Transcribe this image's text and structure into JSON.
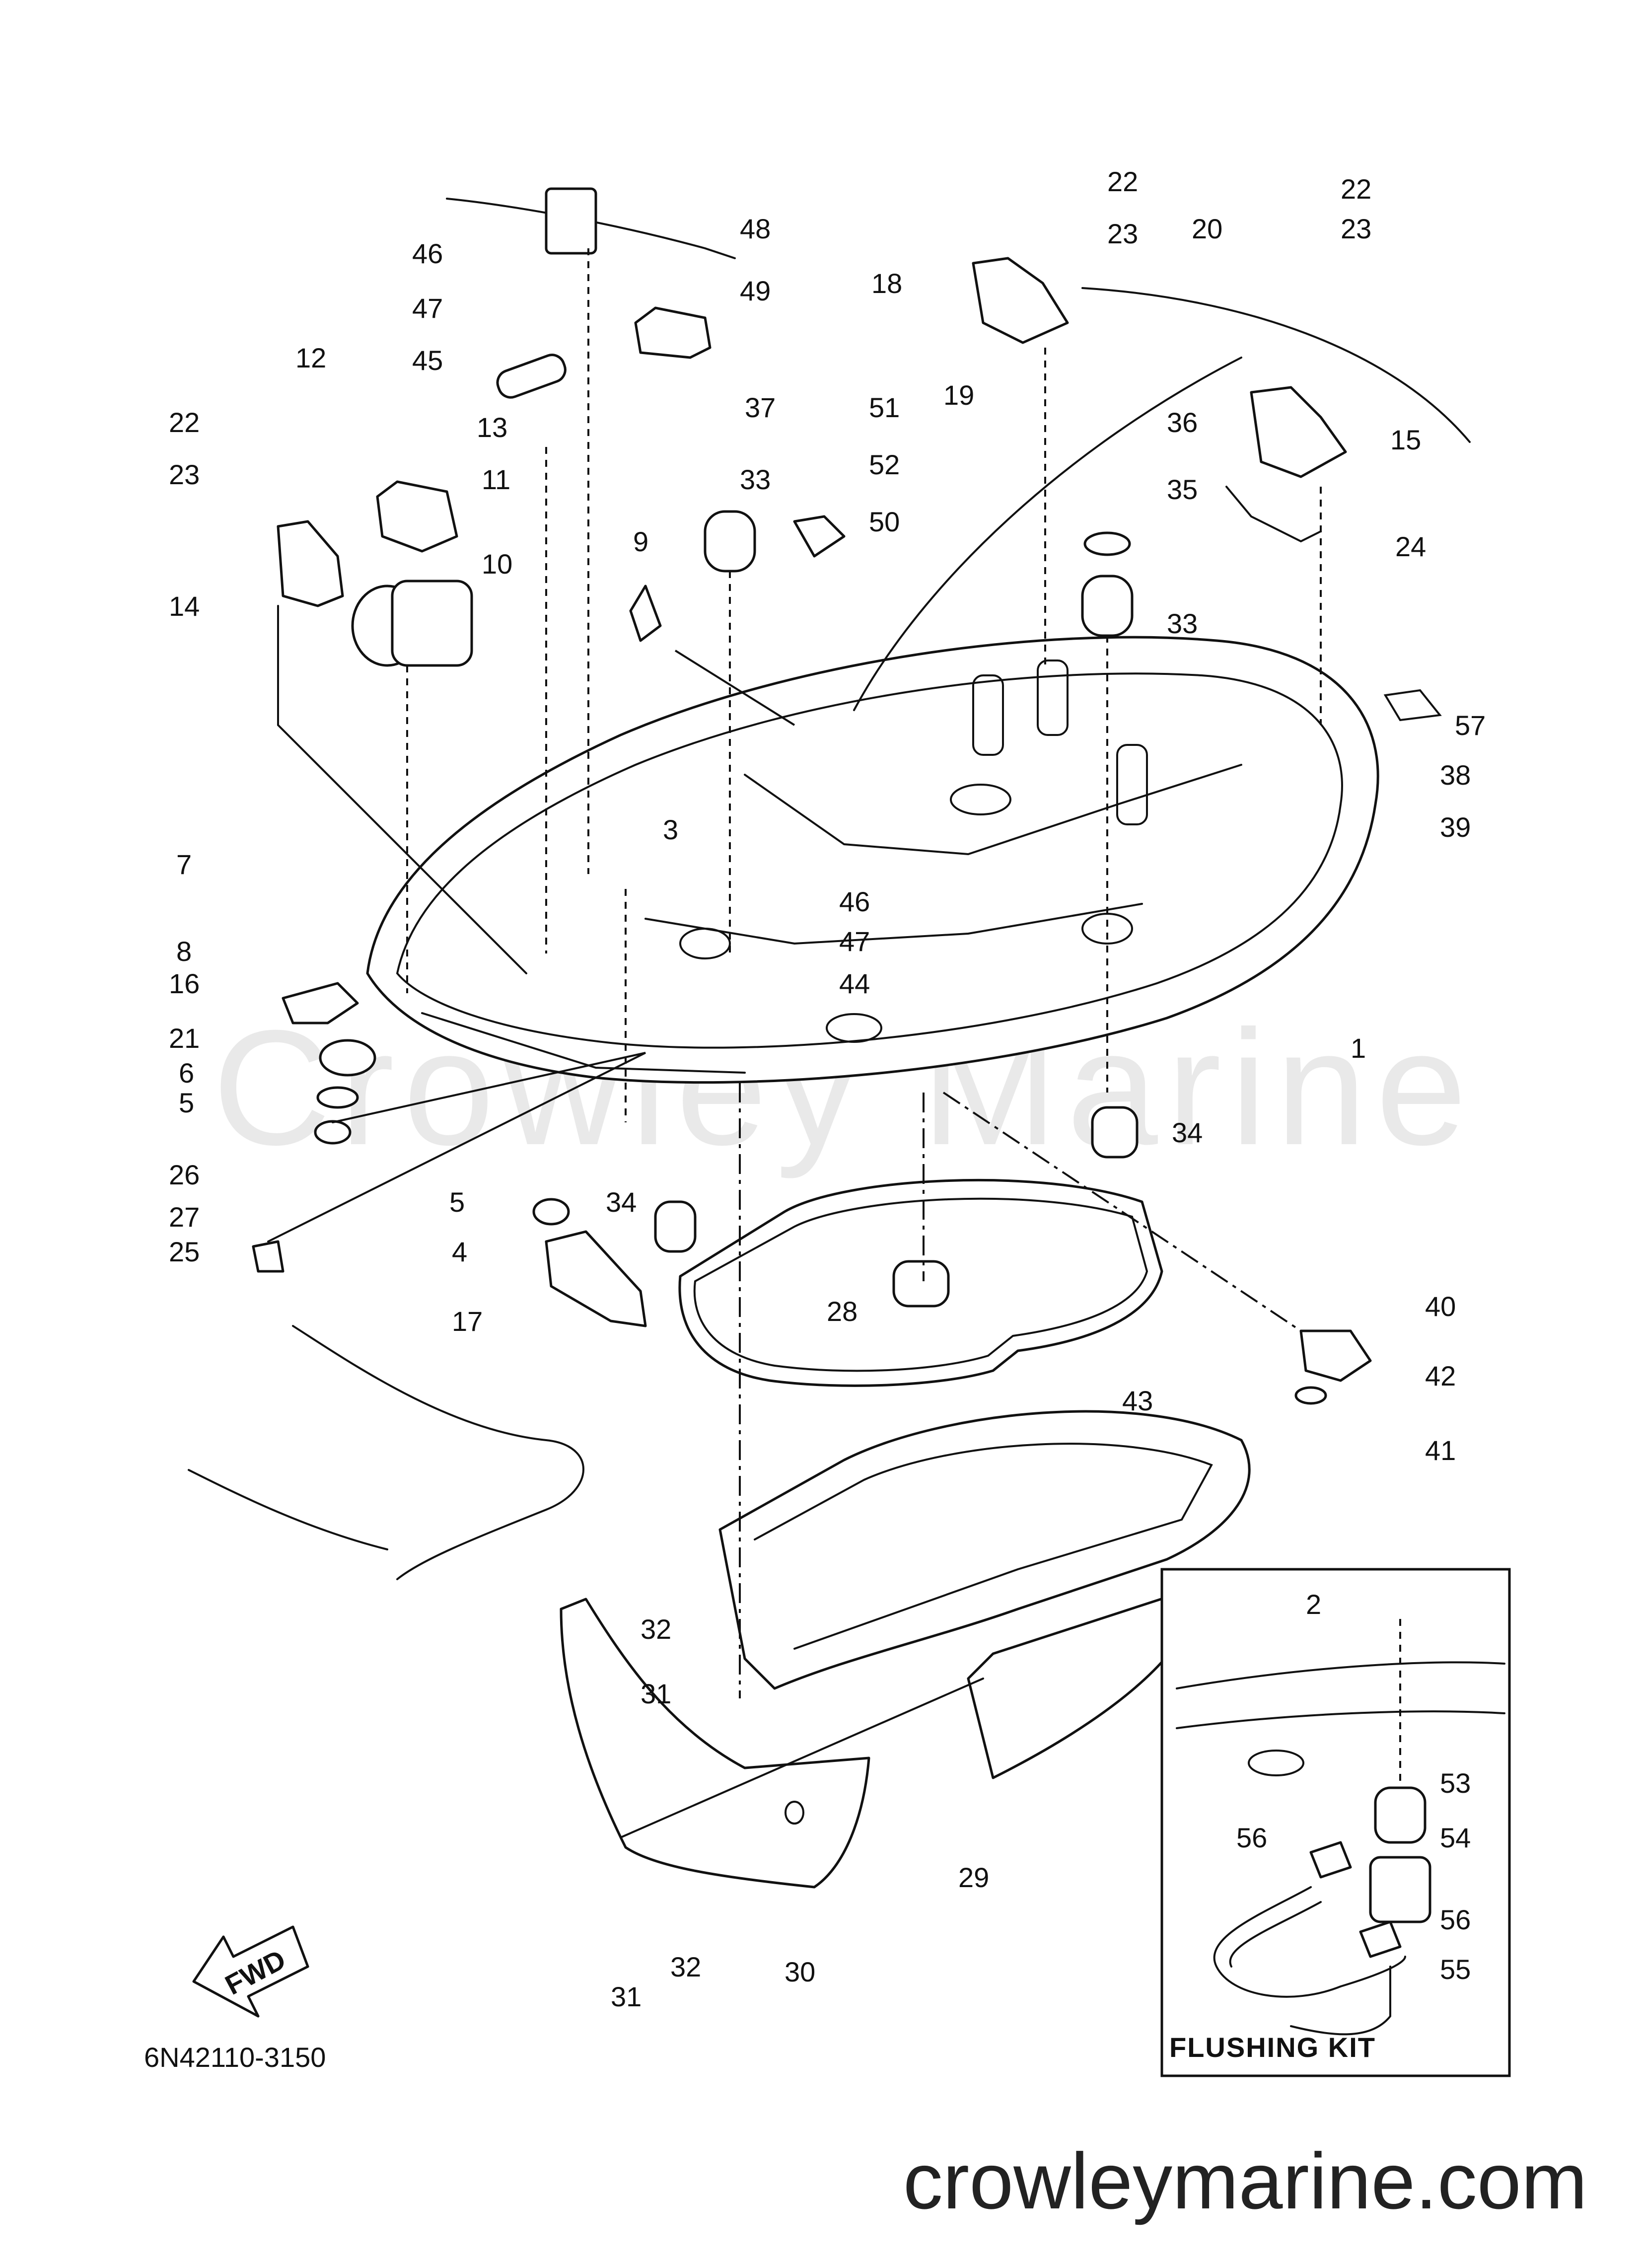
{
  "watermark": "Crowley Marine",
  "drawing_code": "6N42110-3150",
  "footer_url": "crowleymarine.com",
  "fwd_label": "FWD",
  "inset": {
    "title": "FLUSHING KIT"
  },
  "callouts": {
    "c1": "1",
    "c2": "2",
    "c3": "3",
    "c4": "4",
    "c5a": "5",
    "c5b": "5",
    "c6": "6",
    "c7": "7",
    "c8": "8",
    "c9": "9",
    "c10": "10",
    "c11": "11",
    "c12": "12",
    "c13": "13",
    "c14": "14",
    "c15": "15",
    "c16": "16",
    "c17": "17",
    "c18": "18",
    "c19": "19",
    "c20": "20",
    "c21": "21",
    "c22a": "22",
    "c22b": "22",
    "c22c": "22",
    "c23a": "23",
    "c23b": "23",
    "c23c": "23",
    "c24": "24",
    "c25": "25",
    "c26": "26",
    "c27": "27",
    "c28": "28",
    "c29": "29",
    "c30": "30",
    "c31a": "31",
    "c31b": "31",
    "c32a": "32",
    "c32b": "32",
    "c33a": "33",
    "c33b": "33",
    "c34a": "34",
    "c34b": "34",
    "c35": "35",
    "c36": "36",
    "c37": "37",
    "c38": "38",
    "c39": "39",
    "c40": "40",
    "c41": "41",
    "c42": "42",
    "c43": "43",
    "c44": "44",
    "c45": "45",
    "c46a": "46",
    "c46b": "46",
    "c47a": "47",
    "c47b": "47",
    "c48": "48",
    "c49": "49",
    "c50": "50",
    "c51": "51",
    "c52": "52",
    "c53": "53",
    "c54": "54",
    "c55": "55",
    "c56a": "56",
    "c56b": "56",
    "c57": "57"
  }
}
